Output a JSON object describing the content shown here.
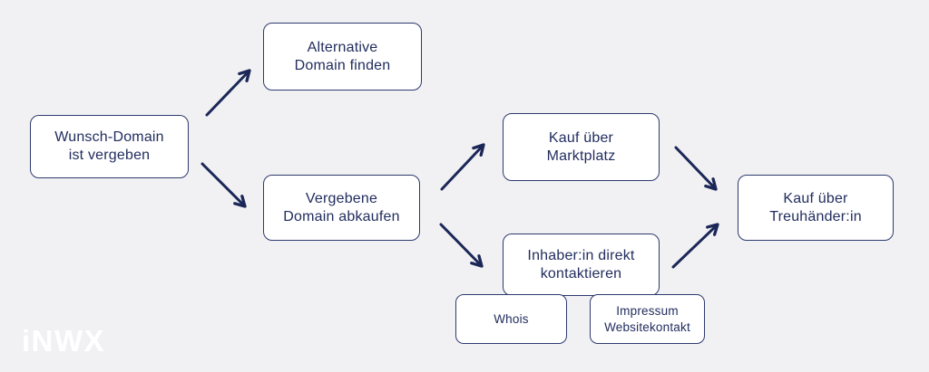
{
  "diagram": {
    "description": "Flowchart: options when the desired domain is already taken",
    "nodes": {
      "wunsch": {
        "line1": "Wunsch-Domain",
        "line2": "ist vergeben"
      },
      "alternative": {
        "line1": "Alternative",
        "line2": "Domain finden"
      },
      "vergebene": {
        "line1": "Vergebene",
        "line2": "Domain abkaufen"
      },
      "marktplatz": {
        "line1": "Kauf über",
        "line2": "Marktplatz"
      },
      "inhaber": {
        "line1": "Inhaber:in direkt",
        "line2": "kontaktieren"
      },
      "whois": {
        "line1": "Whois"
      },
      "impressum": {
        "line1": "Impressum",
        "line2": "Websitekontakt"
      },
      "treuhaender": {
        "line1": "Kauf über",
        "line2": "Treuhänder:in"
      }
    },
    "edges": [
      {
        "from": "wunsch",
        "to": "alternative",
        "style": "arrow"
      },
      {
        "from": "wunsch",
        "to": "vergebene",
        "style": "arrow"
      },
      {
        "from": "vergebene",
        "to": "marktplatz",
        "style": "arrow"
      },
      {
        "from": "vergebene",
        "to": "inhaber",
        "style": "arrow"
      },
      {
        "from": "marktplatz",
        "to": "treuhaender",
        "style": "arrow"
      },
      {
        "from": "inhaber",
        "to": "treuhaender",
        "style": "arrow"
      },
      {
        "from": "inhaber",
        "to": "whois",
        "style": "attached"
      },
      {
        "from": "inhaber",
        "to": "impressum",
        "style": "attached"
      }
    ]
  },
  "logo": {
    "text": "iNWX"
  },
  "colors": {
    "background": "#f1f1f4",
    "node_fill": "#ffffff",
    "node_border": "#2e3a6e",
    "text": "#222d5e",
    "arrow": "#1b2757",
    "logo": "#ffffff"
  }
}
